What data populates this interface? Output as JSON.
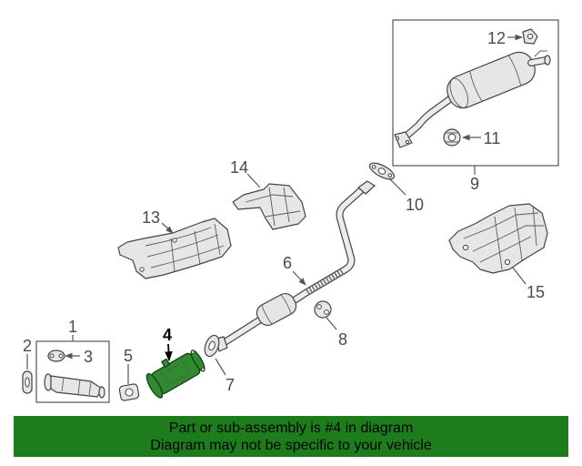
{
  "diagram": {
    "callouts": [
      {
        "label": "1"
      },
      {
        "label": "2"
      },
      {
        "label": "3"
      },
      {
        "label": "4",
        "highlighted": true
      },
      {
        "label": "5"
      },
      {
        "label": "6"
      },
      {
        "label": "7"
      },
      {
        "label": "8"
      },
      {
        "label": "9"
      },
      {
        "label": "10"
      },
      {
        "label": "11"
      },
      {
        "label": "12"
      },
      {
        "label": "13"
      },
      {
        "label": "14"
      },
      {
        "label": "15"
      }
    ]
  },
  "banner": {
    "line1": "Part or sub-assembly is #4 in diagram",
    "line2": "Diagram may not be specific to your vehicle"
  },
  "colors": {
    "banner_background": "#1d7d1d",
    "highlighted_part": "#2e8b2e",
    "callout_text": "#4a4a4a",
    "highlighted_callout": "#000000"
  }
}
